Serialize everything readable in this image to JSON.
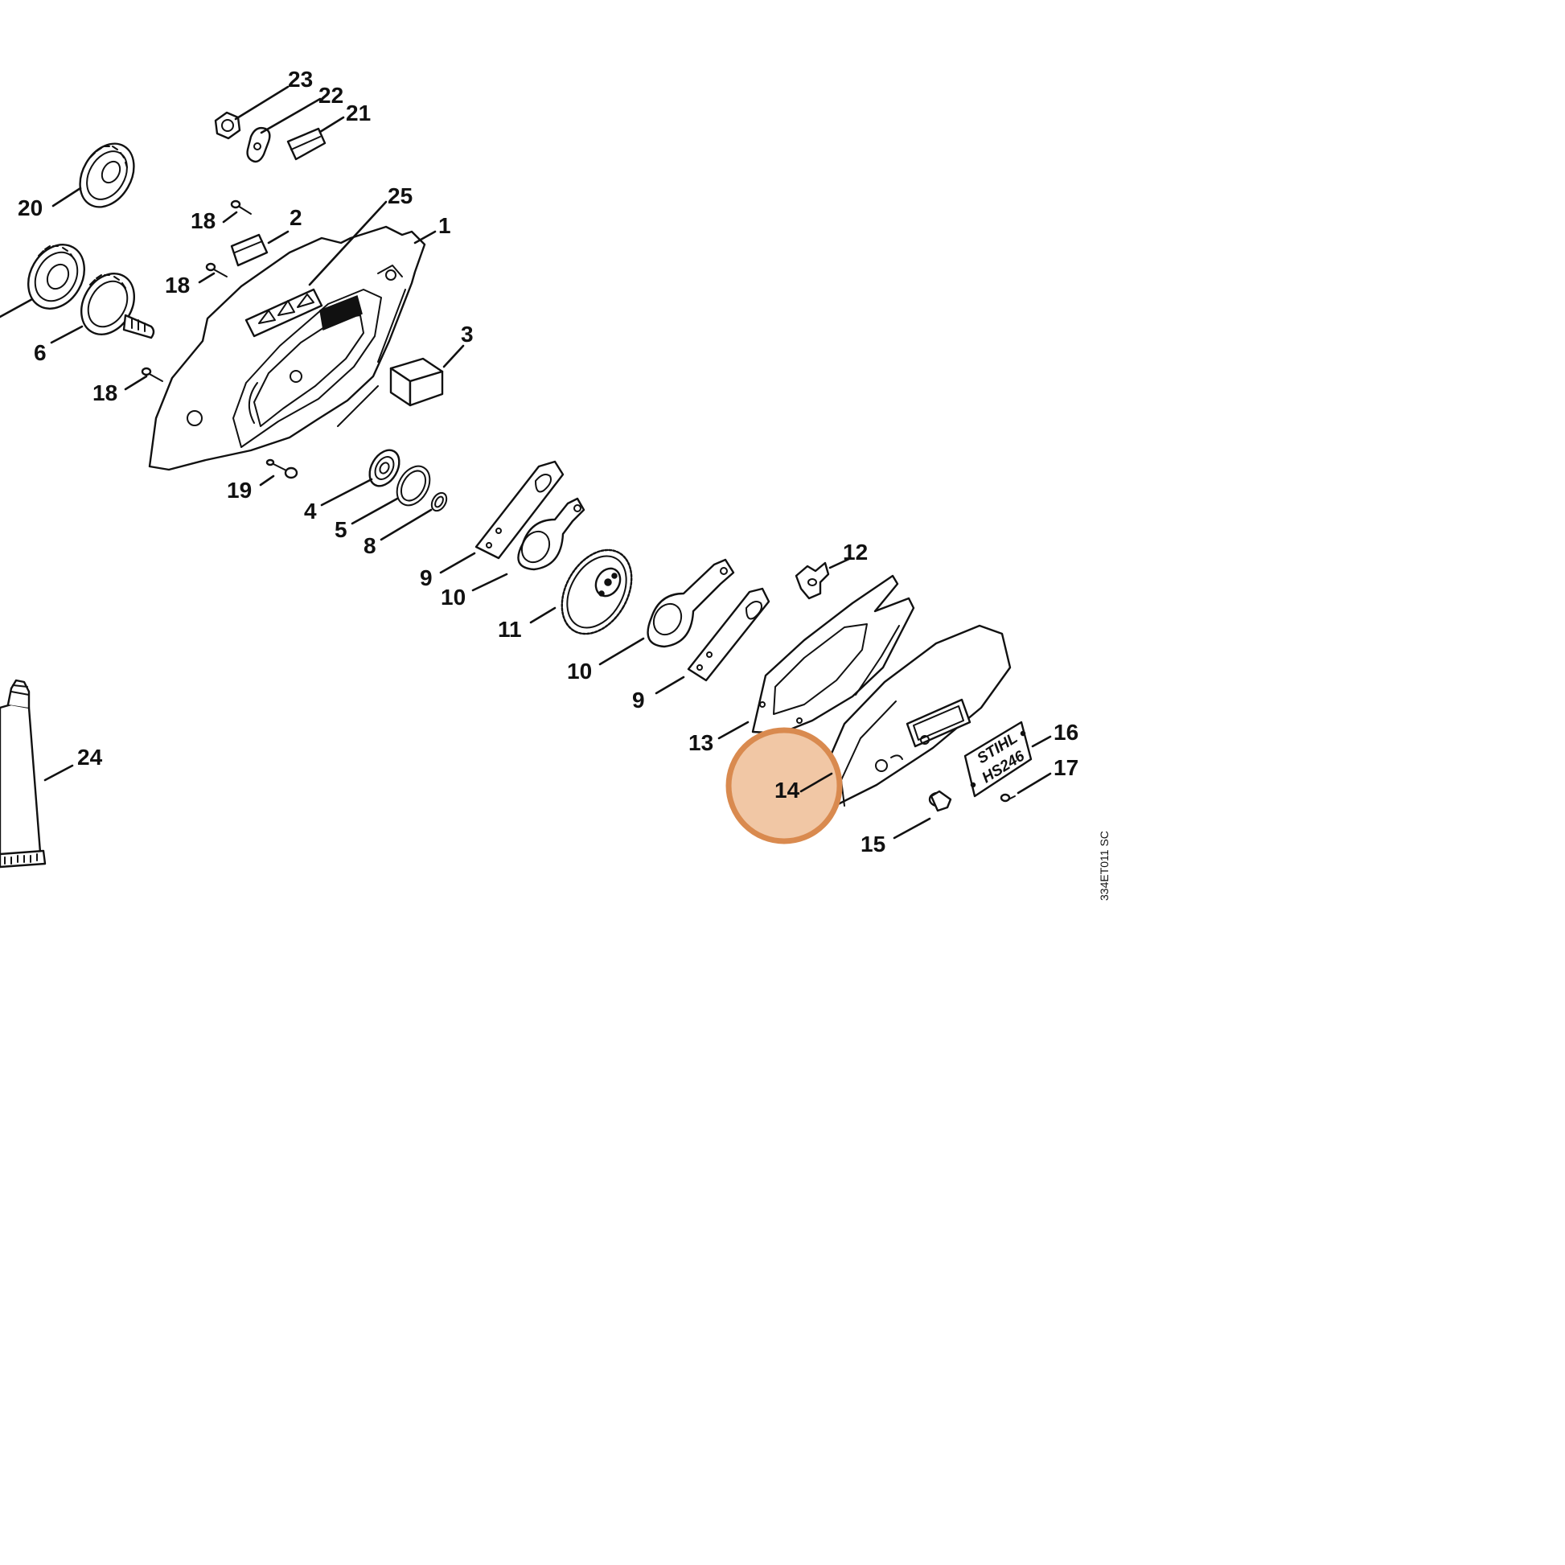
{
  "diagram": {
    "labels": {
      "l1": "1",
      "l2": "2",
      "l3": "3",
      "l4": "4",
      "l5": "5",
      "l6": "6",
      "l8": "8",
      "l9a": "9",
      "l9b": "9",
      "l10a": "10",
      "l10b": "10",
      "l11": "11",
      "l12": "12",
      "l13": "13",
      "l14": "14",
      "l15": "15",
      "l16": "16",
      "l17": "17",
      "l18a": "18",
      "l18b": "18",
      "l18c": "18",
      "l19": "19",
      "l20": "20",
      "l21": "21",
      "l22": "22",
      "l23": "23",
      "l24": "24",
      "l25": "25"
    },
    "drawing_code": "334ET011 SC",
    "nameplate": {
      "line1": "STIHL",
      "line2": "HS246"
    },
    "highlighted_part": "14",
    "colors": {
      "highlight_fill": "#f1c7a5",
      "highlight_stroke": "#d98a4f",
      "line": "#111111"
    }
  }
}
